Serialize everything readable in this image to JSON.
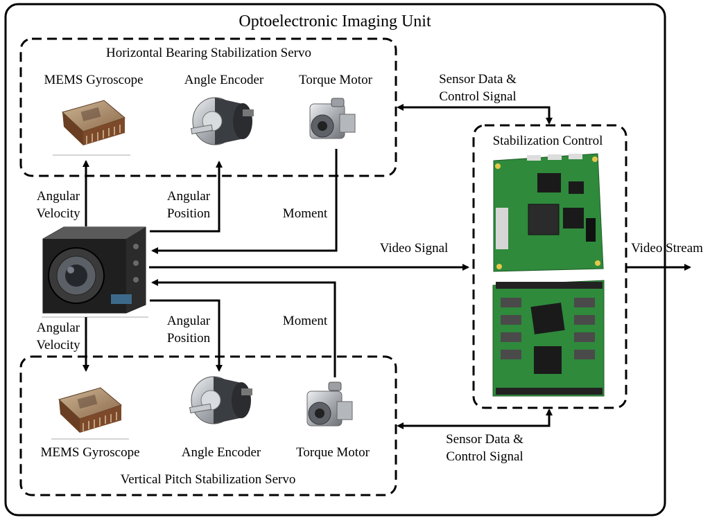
{
  "diagram": {
    "title": "Optoelectronic Imaging Unit",
    "horizontal_servo": {
      "title": "Horizontal Bearing Stabilization Servo",
      "components": [
        "MEMS Gyroscope",
        "Angle Encoder",
        "Torque Motor"
      ]
    },
    "vertical_servo": {
      "title": "Vertical Pitch Stabilization Servo",
      "components": [
        "MEMS Gyroscope",
        "Angle Encoder",
        "Torque Motor"
      ]
    },
    "stabilization_control": {
      "title": "Stabilization Control"
    },
    "signals": {
      "angular_velocity_top": [
        "Angular",
        "Velocity"
      ],
      "angular_position_top": [
        "Angular",
        "Position"
      ],
      "moment_top": "Moment",
      "angular_velocity_bottom": [
        "Angular",
        "Velocity"
      ],
      "angular_position_bottom": [
        "Angular",
        "Position"
      ],
      "moment_bottom": "Moment",
      "video_signal": "Video Signal",
      "video_stream": "Video Stream",
      "sensor_top": [
        "Sensor Data &",
        "Control Signal"
      ],
      "sensor_bottom": [
        "Sensor Data &",
        "Control Signal"
      ]
    },
    "colors": {
      "line": "#000000",
      "gyro_body": "#7a4a2e",
      "gyro_top": "#b89a78",
      "encoder": "#b8bcc0",
      "motor": "#c8ccd2",
      "camera": "#2a2a2a",
      "pcb_green": "#2f8a3c",
      "chip": "#1a1a1a"
    }
  }
}
